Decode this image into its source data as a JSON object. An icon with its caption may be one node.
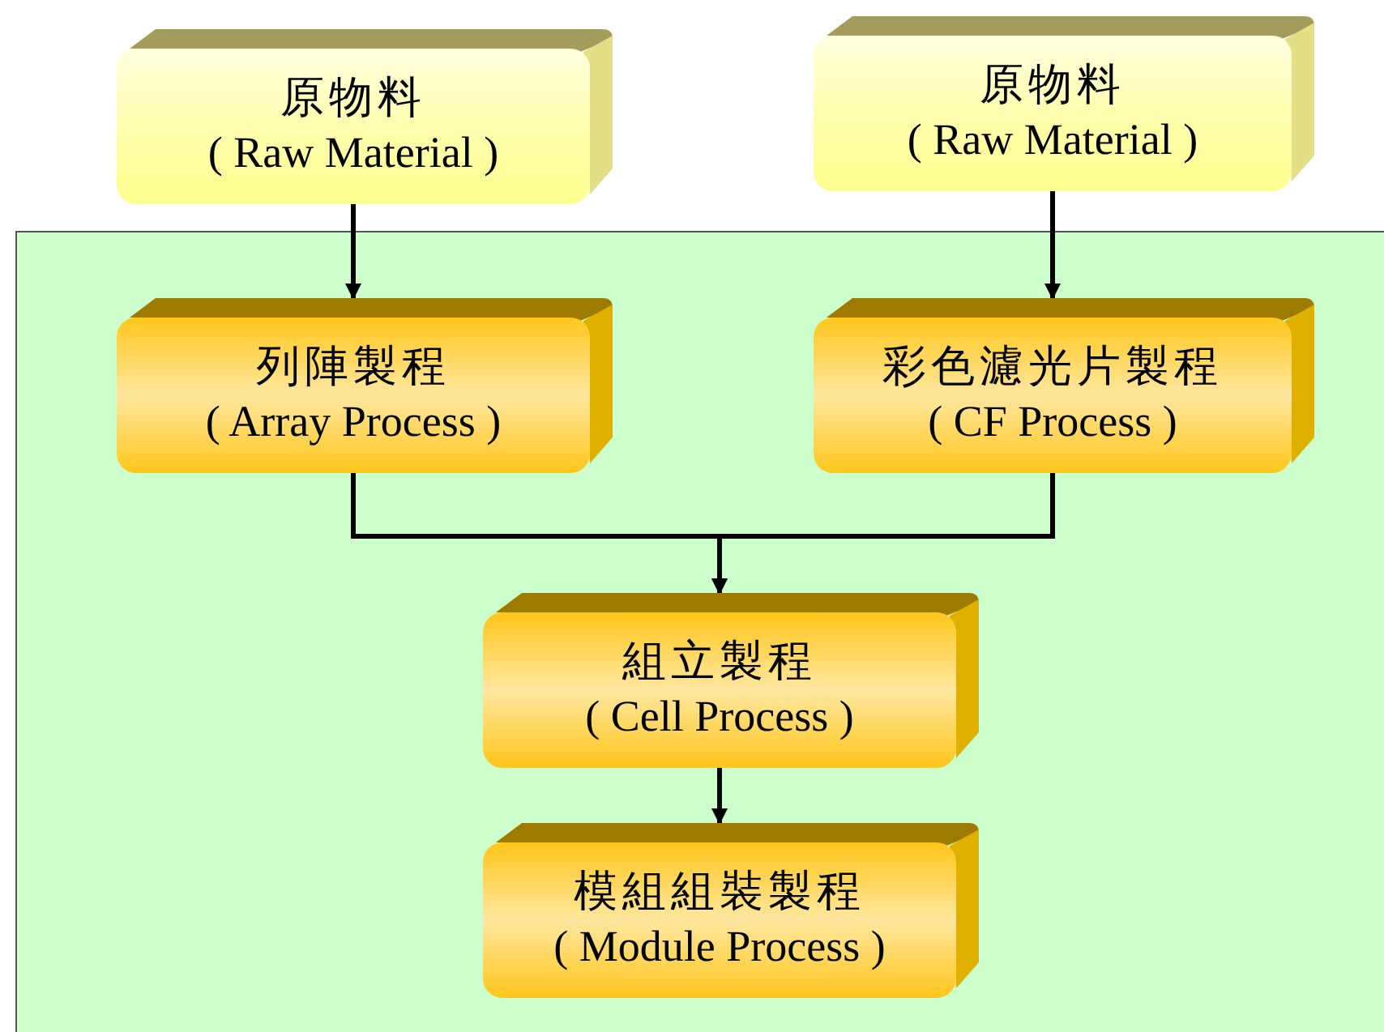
{
  "diagram": {
    "nodes": [
      {
        "text": [
          "原物料",
          "( Raw Material )"
        ]
      },
      {
        "text": [
          "原物料",
          "( Raw Material )"
        ]
      },
      {
        "text": [
          "列陣製程",
          "( Array Process )"
        ]
      },
      {
        "text": [
          "彩色濾光片製程",
          "( CF Process )"
        ]
      },
      {
        "text": [
          "組立製程",
          "( Cell Process )"
        ]
      },
      {
        "text": [
          "模組組裝製程",
          "( Module Process )"
        ]
      }
    ],
    "edges": [
      {
        "from": 0,
        "to": 2,
        "arrow": "to"
      },
      {
        "from": 1,
        "to": 3,
        "arrow": "to"
      },
      {
        "from": 2,
        "to": 4,
        "arrow": "to"
      },
      {
        "from": 3,
        "to": 4,
        "arrow": "to"
      },
      {
        "from": 4,
        "to": 5,
        "arrow": "to"
      }
    ]
  }
}
